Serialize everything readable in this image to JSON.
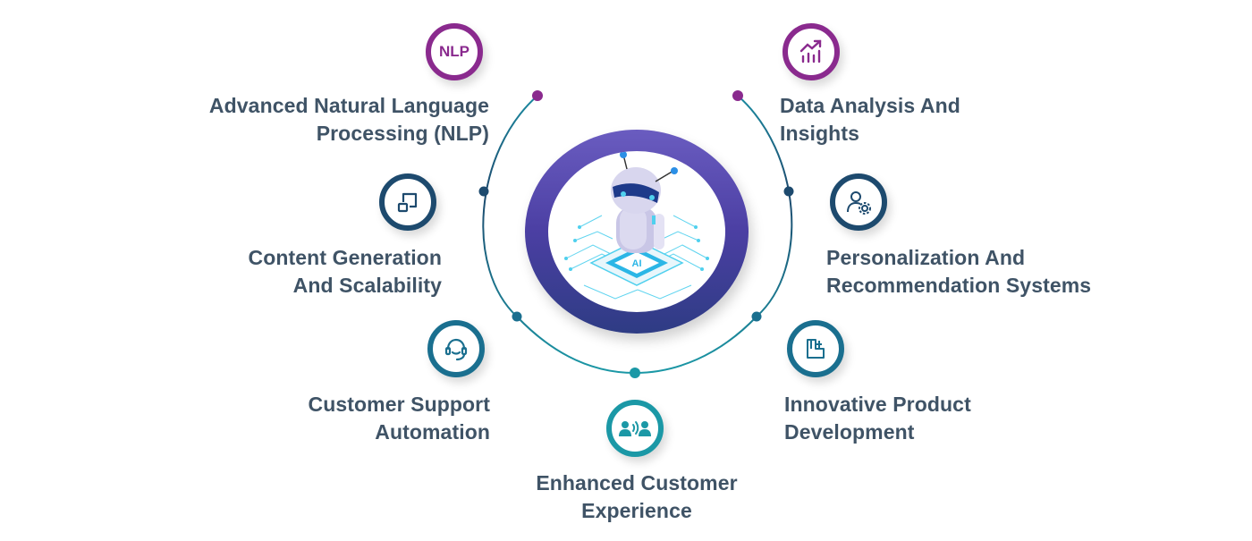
{
  "hub": {
    "icon": "ai-robot-on-chip-illustration",
    "chip_text": "AI",
    "ring_color": "#5446a8"
  },
  "colors": {
    "purple": "#8a2a8e",
    "navy": "#1d4a6e",
    "teal_dark": "#1a6f8f",
    "teal": "#1b98a6",
    "text": "#3f5366"
  },
  "items": [
    {
      "id": "nlp",
      "icon": "nlp-text-icon",
      "icon_text": "NLP",
      "lines": [
        "Advanced Natural Language",
        "Processing (NLP)"
      ]
    },
    {
      "id": "data",
      "icon": "chart-trend-icon",
      "lines": [
        "Data Analysis And",
        "Insights"
      ]
    },
    {
      "id": "content",
      "icon": "scale-resize-icon",
      "lines": [
        "Content Generation",
        "And Scalability"
      ]
    },
    {
      "id": "personalization",
      "icon": "user-gear-icon",
      "lines": [
        "Personalization And",
        "Recommendation Systems"
      ]
    },
    {
      "id": "support",
      "icon": "headset-icon",
      "lines": [
        "Customer Support",
        "Automation"
      ]
    },
    {
      "id": "product",
      "icon": "product-box-icon",
      "lines": [
        "Innovative Product",
        "Development"
      ]
    },
    {
      "id": "experience",
      "icon": "people-talking-icon",
      "lines": [
        "Enhanced Customer",
        "Experience"
      ]
    }
  ]
}
